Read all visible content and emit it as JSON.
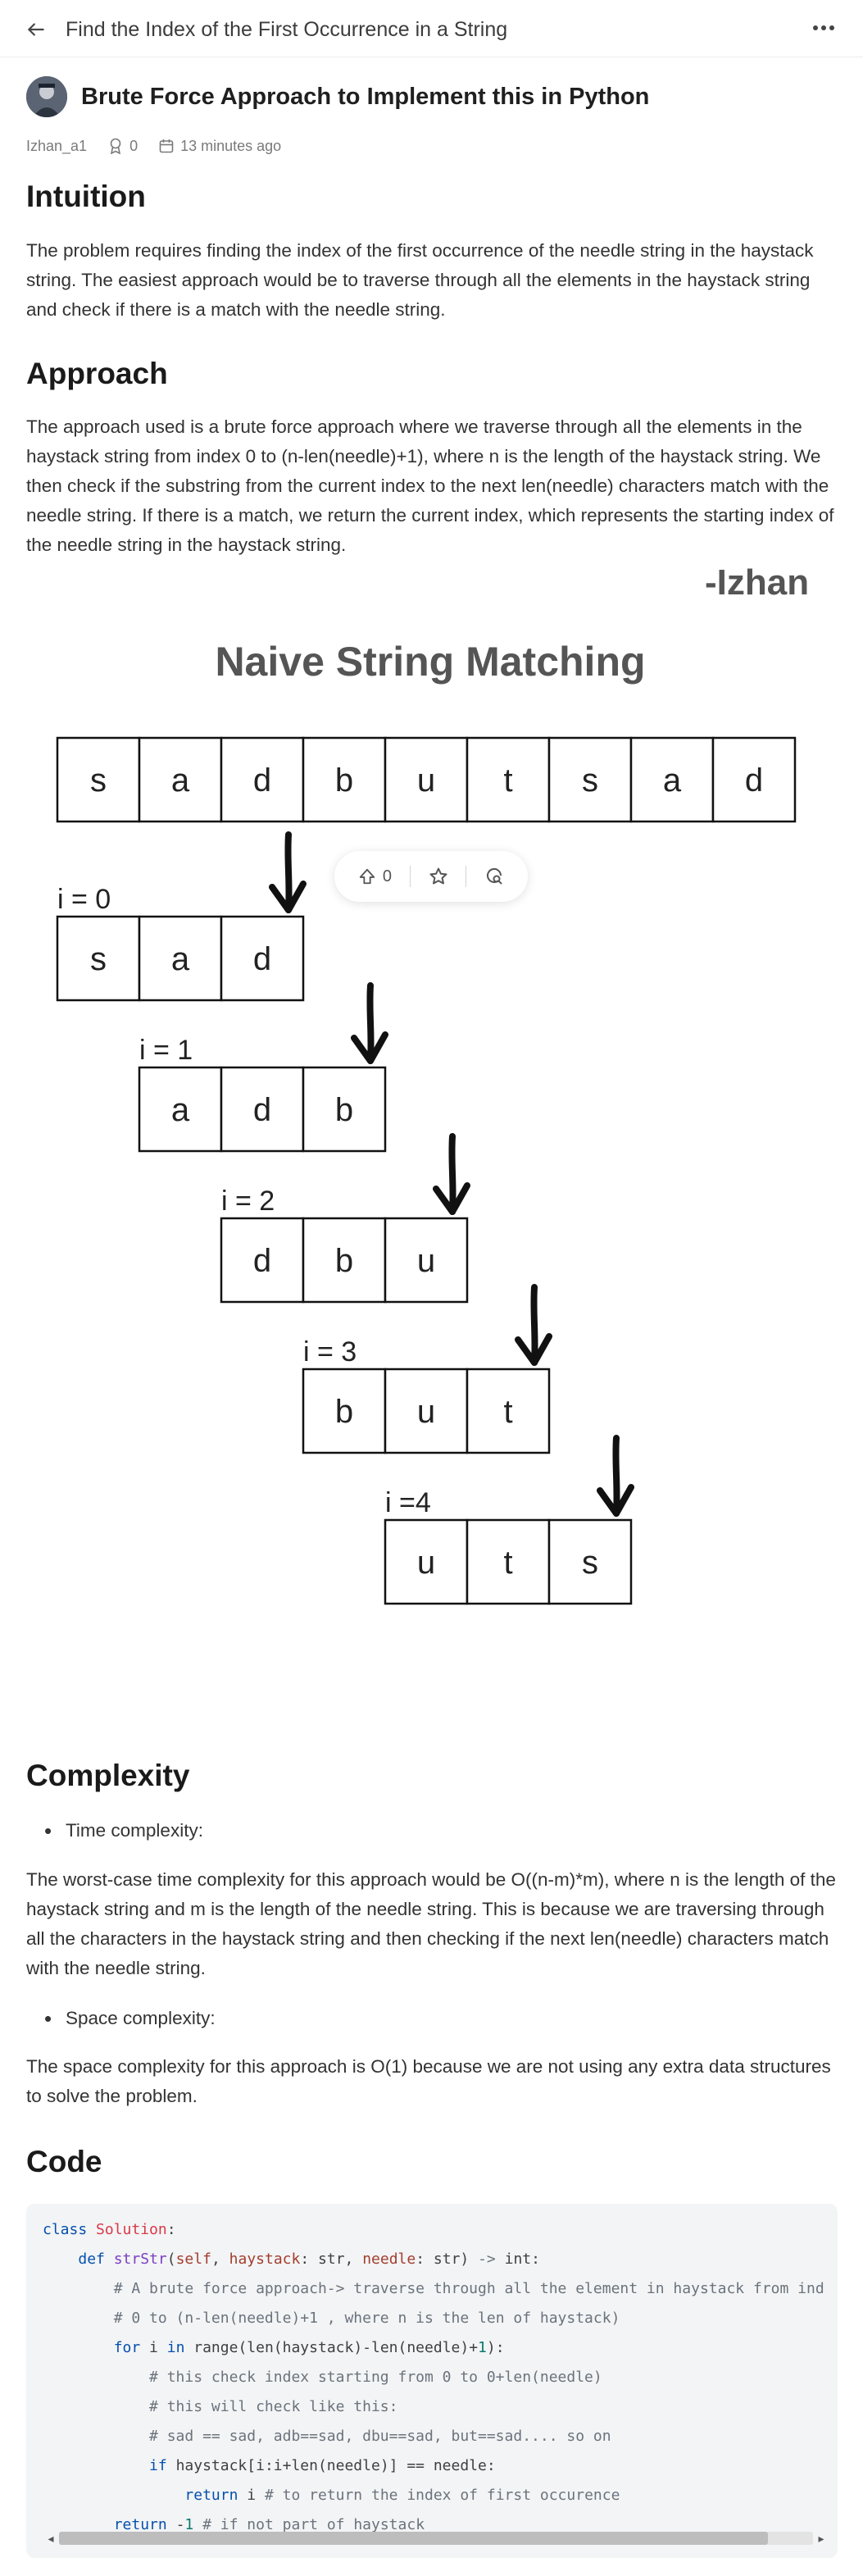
{
  "topbar": {
    "title": "Find the Index of the First Occurrence in a String",
    "back_icon": "arrow-left-icon",
    "more_icon": "more-horizontal-icon"
  },
  "post": {
    "title": "Brute Force Approach to Implement this in Python",
    "author": "Izhan_a1",
    "reputation": "0",
    "time": "13 minutes ago"
  },
  "sections": {
    "intuition": {
      "heading": "Intuition",
      "text": "The problem requires finding the index of the first occurrence of the needle string in the haystack string. The easiest approach would be to traverse through all the elements in the haystack string and check if there is a match with the needle string."
    },
    "approach": {
      "heading": "Approach",
      "text": "The approach used is a brute force approach where we traverse through all the elements in the haystack string from index 0 to (n-len(needle)+1), where n is the length of the haystack string. We then check if the substring from the current index to the next len(needle) characters match with the needle string. If there is a match, we return the current index, which represents the starting index of the needle string in the haystack string."
    },
    "complexity": {
      "heading": "Complexity",
      "time_label": "Time complexity:",
      "time_text": "The worst-case time complexity for this approach would be O((n-m)*m), where n is the length of the haystack string and m is the length of the needle string. This is because we are traversing through all the characters in the haystack string and then checking if the next len(needle) characters match with the needle string.",
      "space_label": "Space complexity:",
      "space_text": "The space complexity for this approach is O(1) because we are not using any extra data structures to solve the problem."
    },
    "code": {
      "heading": "Code"
    }
  },
  "figure": {
    "signature": "-Izhan",
    "title": "Naive String Matching",
    "haystack": [
      "s",
      "a",
      "d",
      "b",
      "u",
      "t",
      "s",
      "a",
      "d"
    ],
    "windows": [
      {
        "label": "i = 0",
        "chars": [
          "s",
          "a",
          "d"
        ]
      },
      {
        "label": "i = 1",
        "chars": [
          "a",
          "d",
          "b"
        ]
      },
      {
        "label": "i = 2",
        "chars": [
          "d",
          "b",
          "u"
        ]
      },
      {
        "label": "i = 3",
        "chars": [
          "b",
          "u",
          "t"
        ]
      },
      {
        "label": "i =4",
        "chars": [
          "u",
          "t",
          "s"
        ]
      }
    ]
  },
  "float_bar": {
    "upvotes": "0",
    "upvote_icon": "upvote-icon",
    "star_icon": "star-icon",
    "comment_icon": "comment-search-icon"
  }
}
